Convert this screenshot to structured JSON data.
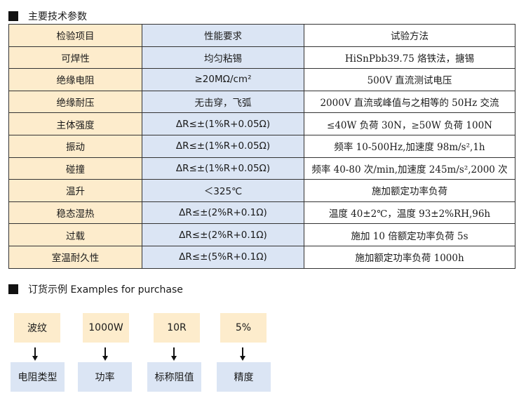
{
  "section1": {
    "title": "主要技术参数"
  },
  "table": {
    "headers": [
      "检验项目",
      "性能要求",
      "试验方法"
    ],
    "rows": [
      [
        "可焊性",
        "均匀粘锡",
        "HiSnPbb39.75 烙铁法，搪锡"
      ],
      [
        "绝缘电阻",
        "≥20MΩ/cm²",
        "500V 直流测试电压"
      ],
      [
        "绝缘耐压",
        "无击穿，飞弧",
        "2000V 直流或峰值与之相等的 50Hz 交流"
      ],
      [
        "主体强度",
        "ΔR≤±(1%R+0.05Ω)",
        "≤40W 负荷 30N，≥50W 负荷 100N"
      ],
      [
        "振动",
        "ΔR≤±(1%R+0.05Ω)",
        "频率 10-500Hz,加速度 98m/s²,1h"
      ],
      [
        "碰撞",
        "ΔR≤±(1%R+0.05Ω)",
        "频率 40-80 次/min,加速度 245m/s²,2000 次"
      ],
      [
        "温升",
        "＜325℃",
        "施加额定功率负荷"
      ],
      [
        "稳态湿热",
        "ΔR≤±(2%R+0.1Ω)",
        "温度 40±2℃，温度 93±2%RH,96h"
      ],
      [
        "过载",
        "ΔR≤±(2%R+0.1Ω)",
        "施加 10 倍额定功率负荷 5s"
      ],
      [
        "室温耐久性",
        "ΔR≤±(5%R+0.1Ω)",
        "施加额定功率负荷 1000h"
      ]
    ]
  },
  "section2": {
    "title": "订货示例  Examples for purchase"
  },
  "example": {
    "values": [
      "波纹",
      "1000W",
      "10R",
      "5%"
    ],
    "labels": [
      "电阻类型",
      "功率",
      "标称阻值",
      "精度"
    ]
  }
}
